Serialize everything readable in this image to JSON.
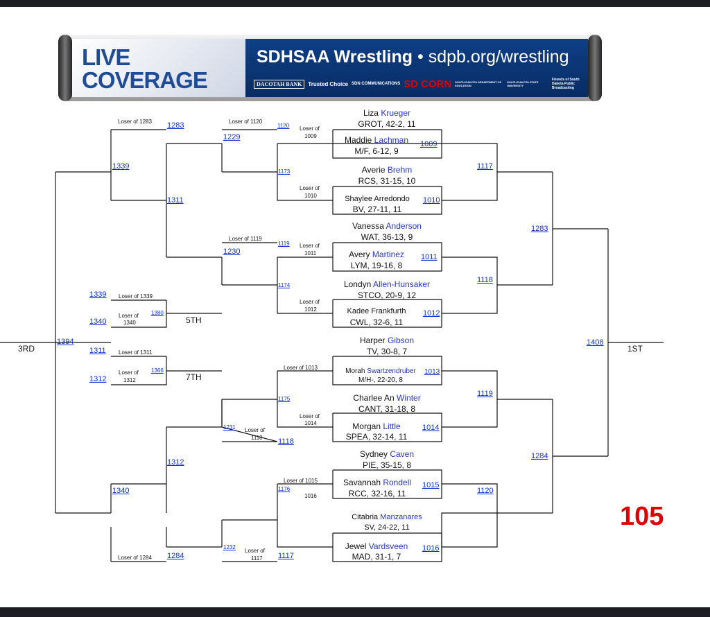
{
  "banner": {
    "live": "LIVE",
    "coverage": "COVERAGE",
    "title_bold": "SDHSAA Wrestling",
    "title_sep": " • ",
    "title_url": "sdpb.org/wrestling",
    "sponsors": [
      "DACOTAH BANK",
      "Trusted Choice",
      "SDN COMMUNICATIONS",
      "SD CORN",
      "SOUTH DAKOTA DEPARTMENT OF EDUCATION",
      "SOUTH DAKOTA STATE UNIVERSITY",
      "Friends of South Dakota Public Broadcasting"
    ]
  },
  "weight": "105",
  "places": {
    "third": "3RD",
    "first": "1ST",
    "fifth": "5TH",
    "seventh": "7TH"
  },
  "wrestlers": [
    {
      "first": "Liza",
      "last": "Krueger",
      "info": "GROT, 42-2, 11"
    },
    {
      "first": "Maddie",
      "last": "Lachman",
      "info": "M/F, 6-12, 9"
    },
    {
      "first": "Averie",
      "last": "Brehm",
      "info": "RCS, 31-15, 10"
    },
    {
      "first": "Shaylee",
      "last": "Arredondo",
      "info": "BV, 27-11, 11"
    },
    {
      "first": "Vanessa",
      "last": "Anderson",
      "info": "WAT, 36-13, 9"
    },
    {
      "first": "Avery",
      "last": "Martinez",
      "info": "LYM, 19-16, 8"
    },
    {
      "first": "Londyn",
      "last": "Allen-Hunsaker",
      "info": "STCO, 20-9, 12"
    },
    {
      "first": "Kadee",
      "last": "Frankfurth",
      "info": "CWL, 32-6, 11"
    },
    {
      "first": "Harper",
      "last": "Gibson",
      "info": "TV, 30-8, 7"
    },
    {
      "first": "Morah",
      "last": "Swartzendruber",
      "info": "M/H-, 22-20, 8"
    },
    {
      "first": "Charlee An",
      "last": "Winter",
      "info": "CANT, 31-18, 8"
    },
    {
      "first": "Morgan",
      "last": "Little",
      "info": "SPEA, 32-14, 11"
    },
    {
      "first": "Sydney",
      "last": "Caven",
      "info": "PIE, 35-15, 8"
    },
    {
      "first": "Savannah",
      "last": "Rondell",
      "info": "RCC, 32-16, 11"
    },
    {
      "first": "Citabria",
      "last": "Manzanares",
      "info": "SV, 24-22, 11"
    },
    {
      "first": "Jewel",
      "last": "Vardsveen",
      "info": "MAD, 31-1, 7"
    }
  ],
  "matches": {
    "m1009": "1009",
    "m1010": "1010",
    "m1011": "1011",
    "m1012": "1012",
    "m1013": "1013",
    "m1014": "1014",
    "m1015": "1015",
    "m1016": "1016",
    "m1117": "1117",
    "m1118": "1118",
    "m1119": "1119",
    "m1120": "1120",
    "m1283": "1283",
    "m1284": "1284",
    "m1408": "1408",
    "m1173": "1173",
    "m1174": "1174",
    "m1175": "1175",
    "m1176": "1176",
    "m1229": "1229",
    "m1230": "1230",
    "m1231": "1231",
    "m1232": "1232",
    "m1311": "1311",
    "m1312": "1312",
    "m1339": "1339",
    "m1340": "1340",
    "m1380": "1380",
    "m1366": "1366",
    "m1394": "1394"
  },
  "losers": {
    "l1283": "Loser of 1283",
    "l1120": "Loser of 1120",
    "l1009a": "Loser of",
    "l1009b": "1009",
    "l1010a": "Loser of",
    "l1010b": "1010",
    "l1119": "Loser of 1119",
    "l1011a": "Loser of",
    "l1011b": "1011",
    "l1012a": "Loser of",
    "l1012b": "1012",
    "l1339": "Loser of 1339",
    "l1340a": "Loser of",
    "l1340b": "1340",
    "l1311": "Loser of 1311",
    "l1312a": "Loser of",
    "l1312b": "1312",
    "l1013": "Loser of 1013",
    "l1014a": "Loser of",
    "l1014b": "1014",
    "l1118a": "Loser of",
    "l1118b": "1118",
    "l1015": "Loser of 1015",
    "l1016": "1016",
    "l1117a": "Loser of",
    "l1117b": "1117",
    "l1284": "Loser of 1284"
  }
}
